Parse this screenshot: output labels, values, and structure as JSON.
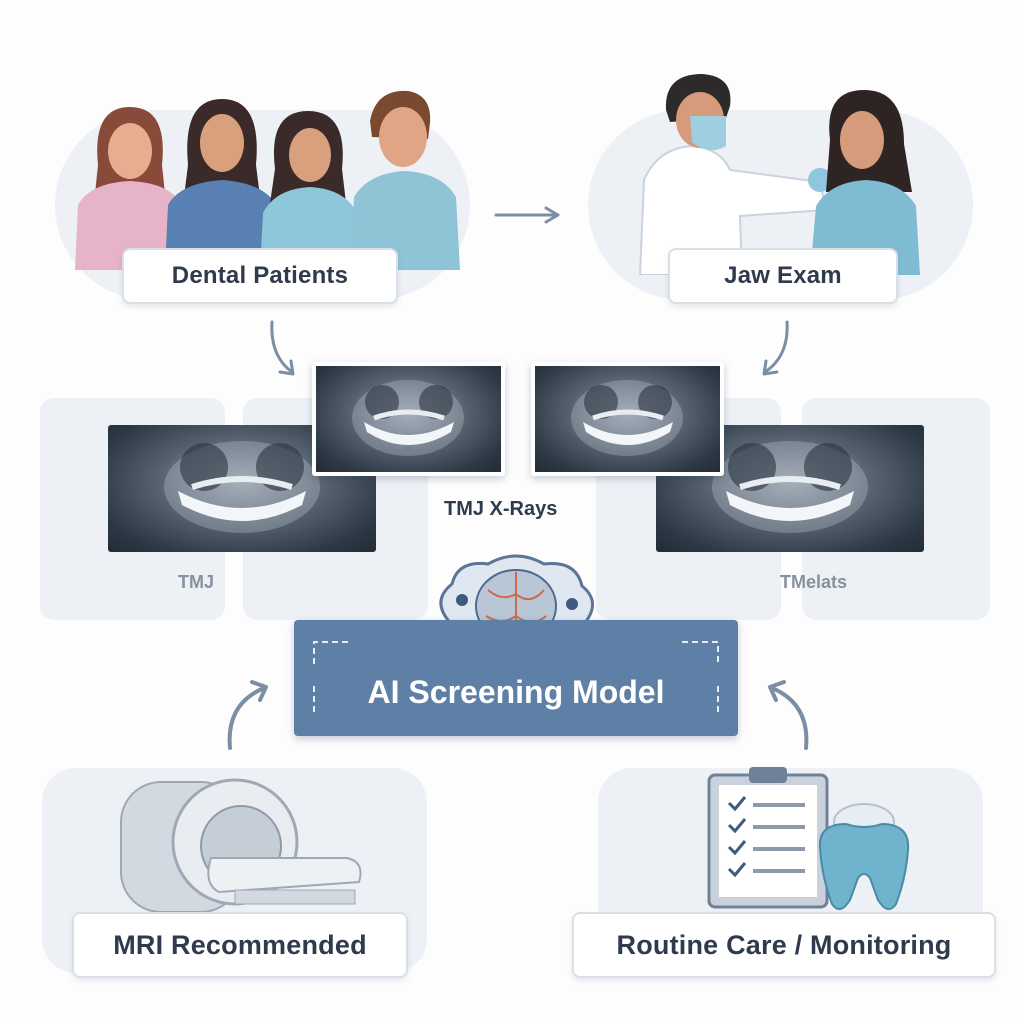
{
  "nodes": {
    "dental_patients": "Dental Patients",
    "jaw_exam": "Jaw Exam",
    "tmj_xrays": "TMJ X-Rays",
    "tmj_left": "TMJ",
    "tmj_right": "TMelats",
    "ai_model": "AI Screening Model",
    "mri": "MRI Recommended",
    "routine": "Routine Care / Monitoring"
  },
  "colors": {
    "panel_bg": "#edf1f6",
    "model_fill": "#5e80a6",
    "arrow": "#7b8ea3",
    "label_text": "#2f3b4c"
  }
}
